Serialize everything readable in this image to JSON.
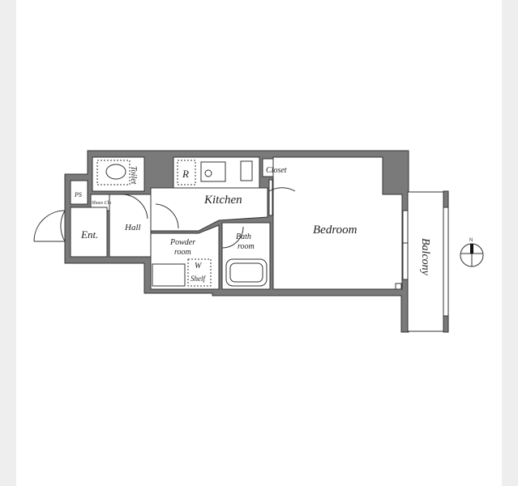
{
  "rooms": {
    "toilet": "Toilet",
    "ps": "PS",
    "shoes_closet": "Shoes Clo",
    "entrance": "Ent.",
    "hall": "Hall",
    "refrigerator": "R",
    "kitchen": "Kitchen",
    "closet": "Closet",
    "powder_room_1": "Powder",
    "powder_room_2": "room",
    "washer": "W",
    "shelf": "Shelf",
    "bath_room_1": "Bath",
    "bath_room_2": "room",
    "bedroom": "Bedroom",
    "balcony": "Balcony"
  },
  "compass": {
    "north": "N"
  },
  "colors": {
    "wall": "#7a7a7a",
    "line": "#333333"
  }
}
